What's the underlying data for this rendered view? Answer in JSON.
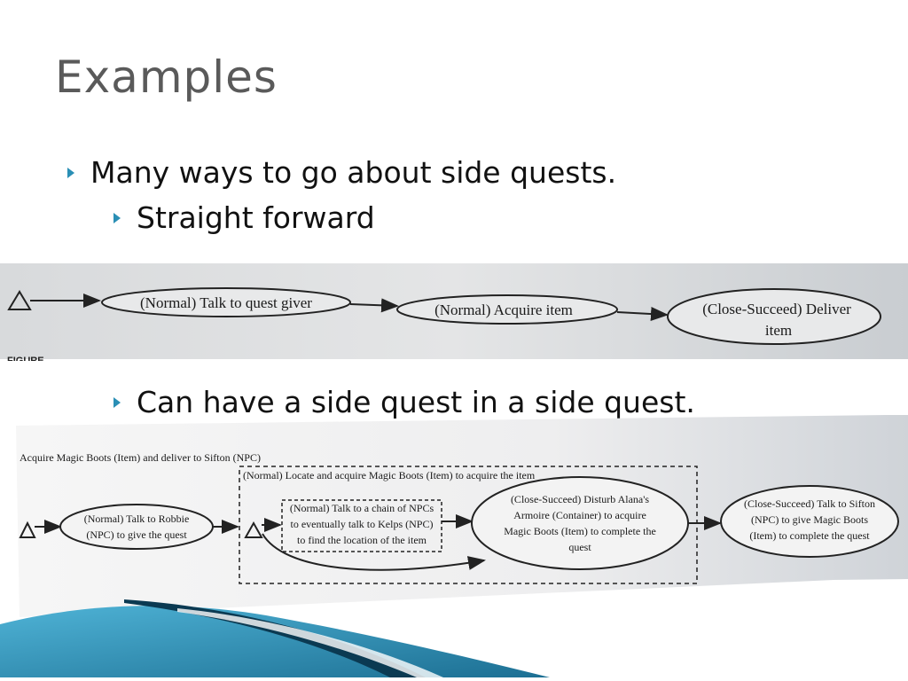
{
  "slide": {
    "title": "Examples",
    "bullets": [
      "Many ways to go about side quests.",
      "Straight forward",
      "Can have a side quest in a side quest."
    ]
  },
  "diagram1": {
    "nodes": [
      "(Normal) Talk to quest giver",
      "(Normal) Acquire item",
      "(Close-Succeed) Deliver",
      "item"
    ],
    "stray_text": "FIGURE"
  },
  "diagram2": {
    "caption": "Acquire Magic Boots (Item) and deliver to Sifton (NPC)",
    "group_label": "(Normal) Locate and acquire Magic Boots (Item) to acquire the item",
    "robbie": [
      "(Normal) Talk to Robbie",
      "(NPC) to give the quest"
    ],
    "chain": [
      "(Normal) Talk to a chain of NPCs",
      "to eventually talk to Kelps (NPC)",
      "to find the location of the item"
    ],
    "armoire": [
      "(Close-Succeed) Disturb Alana's",
      "Armoire (Container) to acquire",
      "Magic Boots (Item) to complete the",
      "quest"
    ],
    "sifton": [
      "(Close-Succeed) Talk to Sifton",
      "(NPC) to give Magic Boots",
      "(Item) to complete the quest"
    ]
  },
  "colors": {
    "accent": "#2a8fb5",
    "title": "#5a5a5a",
    "corner_dark": "#0b3a52",
    "corner_light": "#3fa3c8"
  }
}
